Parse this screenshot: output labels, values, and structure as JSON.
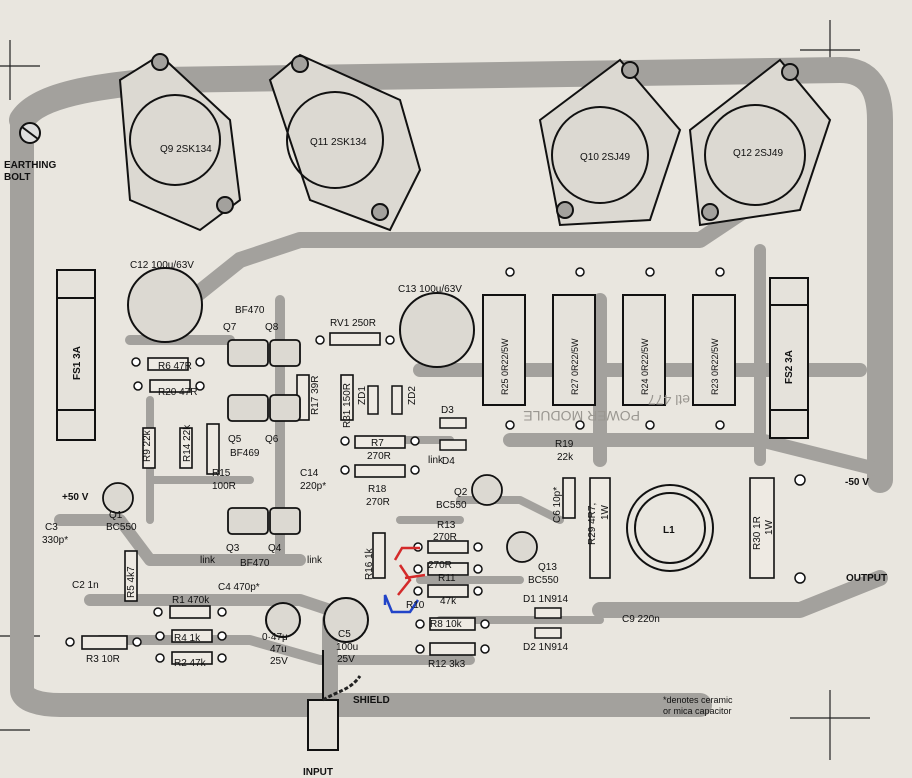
{
  "board": {
    "earthing_label_1": "EARTHING",
    "earthing_label_2": "BOLT",
    "minus_50v": "-50 V",
    "plus_50v": "+50 V",
    "output": "OUTPUT",
    "input": "INPUT",
    "shield": "SHIELD",
    "note_1": "*denotes ceramic",
    "note_2": "or mica capacitor",
    "module_mirror": "POWER MODULE",
    "etl_mirror": "etl 477",
    "link_1": "link",
    "link_2": "link",
    "link_3": "link"
  },
  "transistors": {
    "q9": "Q9 2SK134",
    "q11": "Q11 2SK134",
    "q10": "Q10 2SJ49",
    "q12": "Q12 2SJ49",
    "q7": "Q7",
    "q8": "Q8",
    "q5": "Q5",
    "q6": "Q6",
    "q3": "Q3",
    "q4": "Q4",
    "bf470_top": "BF470",
    "bf469": "BF469",
    "bf470_bottom": "BF470",
    "q1": "Q1",
    "q1_type": "BC550",
    "q2": "Q2",
    "q2_type": "BC550",
    "q13": "Q13",
    "q13_type": "BC550"
  },
  "capacitors": {
    "c12": "C12 100u/63V",
    "c13": "C13 100u/63V",
    "c14_a": "C14",
    "c14_b": "220p*",
    "c3_a": "C3",
    "c3_b": "330p*",
    "c2": "C2 1n",
    "c4": "C4 470p*",
    "c6": "C6 10p*",
    "c9": "C9 220n",
    "c5": "C5",
    "c5_val": "100u",
    "c5_v": "25V",
    "c_047": "0·47μ",
    "c_047_val": "47u",
    "c_047_v": "25V"
  },
  "resistors": {
    "r6": "R6 47R",
    "r20": "R20 47R",
    "rv1": "RV1 250R",
    "r9": "R9 22k",
    "r14": "R14 22k",
    "r15": "R15",
    "r15_val": "100R",
    "r17": "R17 39R",
    "r31": "R31 150R",
    "r7": "R7",
    "r7_val": "270R",
    "r18": "R18",
    "r18_val": "270R",
    "r19": "R19",
    "r19_val": "22k",
    "r13": "R13",
    "r13_val": "270R",
    "r11": "R11",
    "r11_val": "270R",
    "r10": "R10",
    "r10_val": "47k",
    "r16": "R16 1k",
    "r5": "R5 4k7",
    "r1": "R1 470k",
    "r4": "R4 1k",
    "r2": "R2 47k",
    "r3": "R3 10R",
    "r8": "R8 10k",
    "r12": "R12 3k3",
    "r25": "R25 0R22/5W",
    "r27": "R27 0R22/5W",
    "r24": "R24 0R22/5W",
    "r23": "R23 0R22/5W",
    "r29": "R29 4R7,",
    "r29_w": "1W",
    "r30": "R30 1R",
    "r30_w": "1W"
  },
  "others": {
    "fs1": "FS1 3A",
    "fs2": "FS2 3A",
    "zd1": "ZD1",
    "zd2": "ZD2",
    "d3": "D3",
    "d4": "D4",
    "d1": "D1 1N914",
    "d2": "D2 1N914",
    "l1": "L1"
  }
}
